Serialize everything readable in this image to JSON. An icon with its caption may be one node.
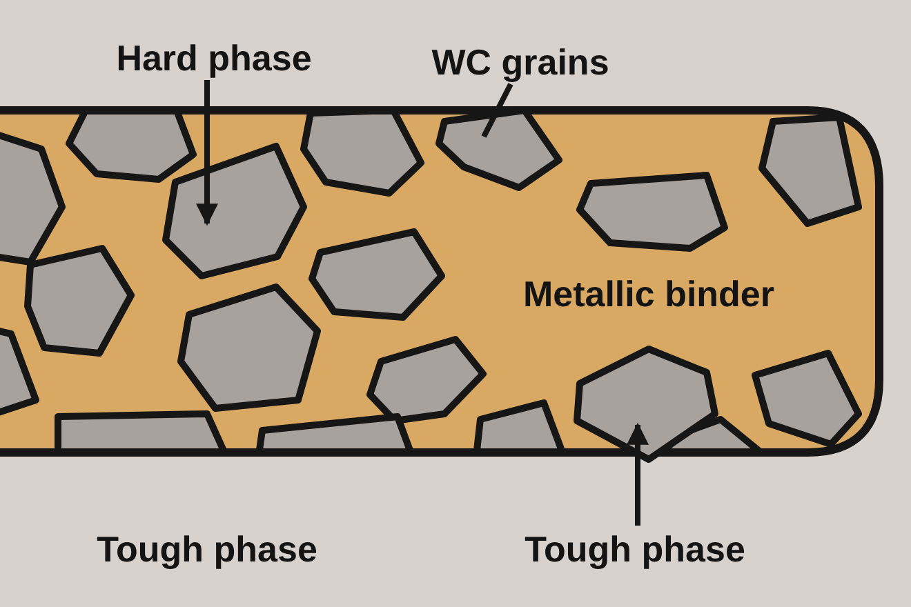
{
  "diagram": {
    "nodes": [
      {
        "text": [
          "Hard phase"
        ]
      },
      {
        "text": [],
        "shape": "polygon"
      },
      {
        "text": [
          "WC grains"
        ]
      },
      {
        "text": [],
        "shape": "polygon"
      },
      {
        "text": [
          "Tough phase"
        ]
      },
      {
        "text": [],
        "shape": "polygon"
      }
    ],
    "edges": [
      {
        "from": 0,
        "to": 1,
        "arrow": "to"
      },
      {
        "from": 2,
        "to": 3,
        "arrow": "none"
      },
      {
        "from": 4,
        "to": 5,
        "arrow": "to"
      }
    ],
    "labels": [
      "Metallic binder",
      "Tough phase"
    ]
  }
}
